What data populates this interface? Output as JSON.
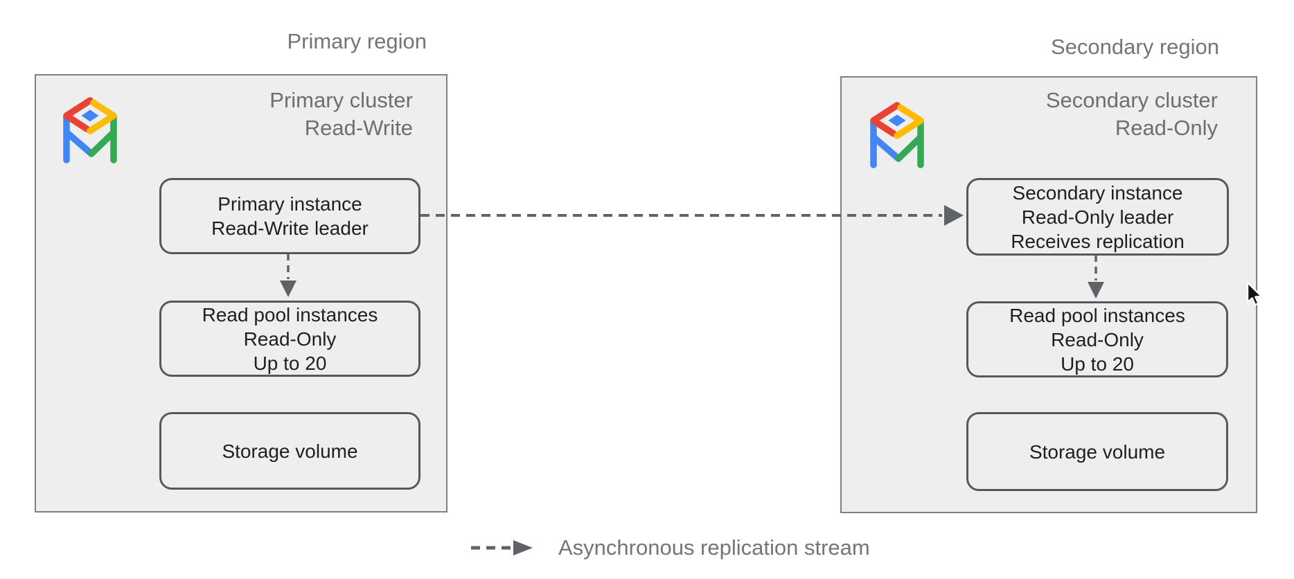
{
  "colors": {
    "box_fill": "#eeeeee",
    "outer_border": "#7f7f7f",
    "node_border": "#55585c",
    "arrow": "#5f6368",
    "region_text": "#757575",
    "node_text": "#1f1f1f",
    "brand_red": "#EA4335",
    "brand_yellow": "#FBBC04",
    "brand_green": "#34A853",
    "brand_blue": "#4285F4"
  },
  "regions": [
    {
      "label": "Primary region",
      "cluster": {
        "icon": "alloydb-icon",
        "title_lines": [
          "Primary cluster",
          "Read-Write"
        ],
        "nodes": [
          {
            "lines": [
              "Primary instance",
              "Read-Write leader"
            ]
          },
          {
            "lines": [
              "Read pool instances",
              "Read-Only",
              "Up to 20"
            ]
          },
          {
            "lines": [
              "Storage volume"
            ]
          }
        ]
      }
    },
    {
      "label": "Secondary region",
      "cluster": {
        "icon": "alloydb-icon",
        "title_lines": [
          "Secondary cluster",
          "Read-Only"
        ],
        "nodes": [
          {
            "lines": [
              "Secondary instance",
              "Read-Only leader",
              "Receives replication"
            ]
          },
          {
            "lines": [
              "Read pool instances",
              "Read-Only",
              "Up to 20"
            ]
          },
          {
            "lines": [
              "Storage volume"
            ]
          }
        ]
      }
    }
  ],
  "legend": {
    "label": "Asynchronous replication stream"
  }
}
